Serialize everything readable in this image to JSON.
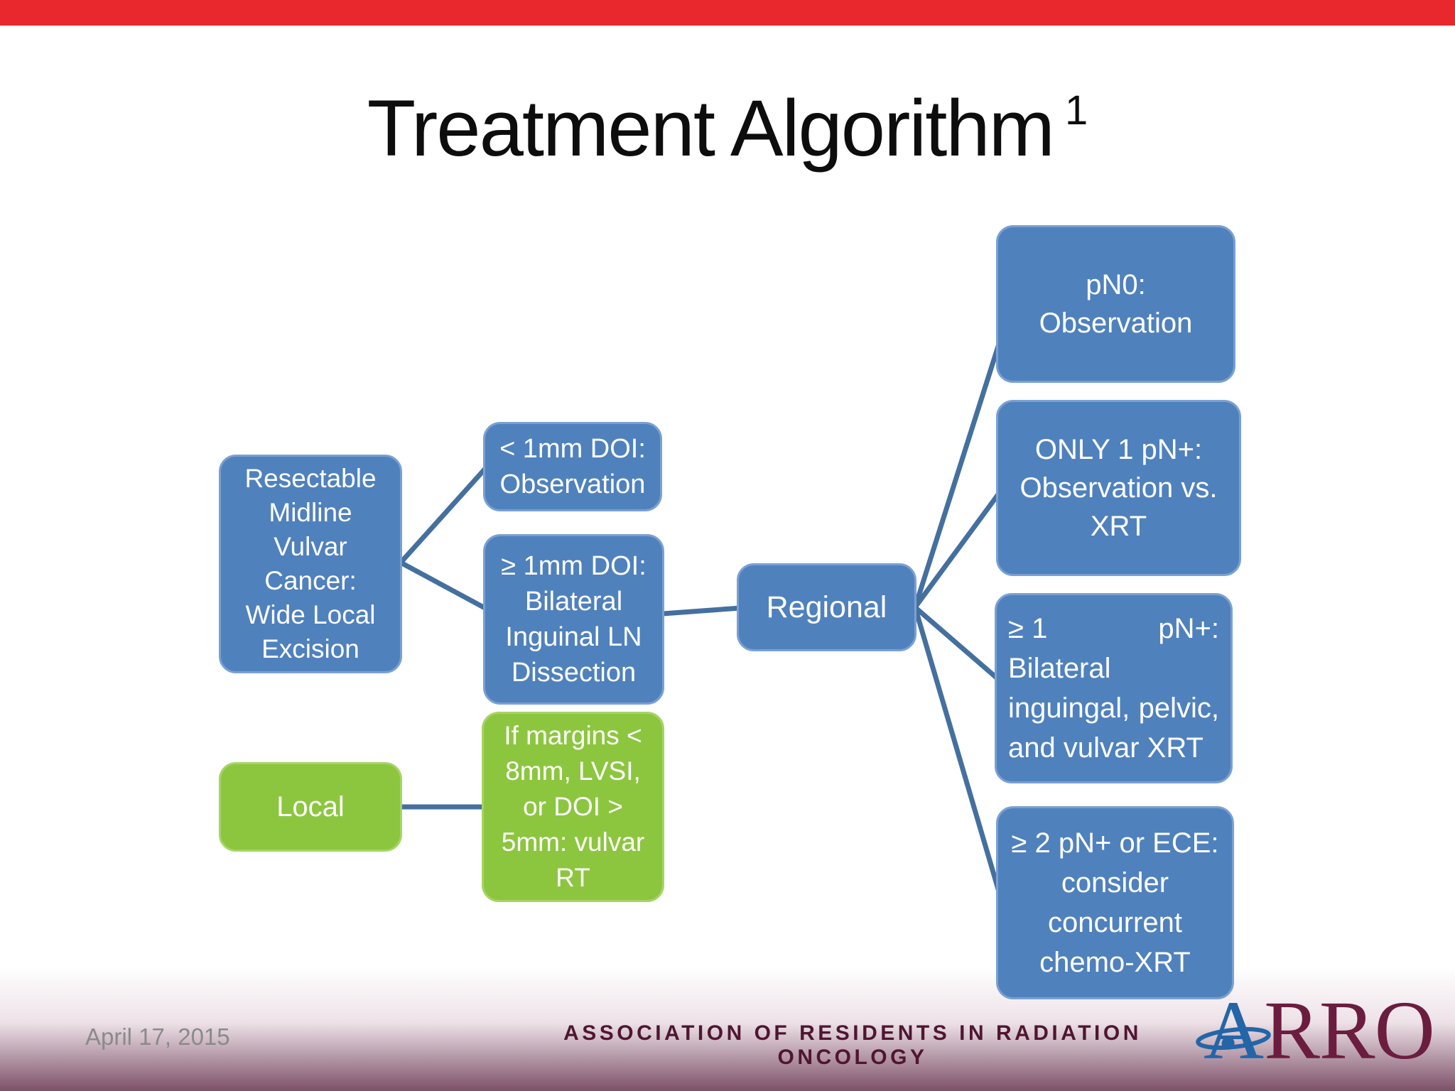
{
  "slide": {
    "title": {
      "text": "Treatment Algorithm",
      "superscript": "1"
    },
    "flowchart": {
      "resectable_box": {
        "lines": [
          "Resectable",
          "Midline",
          "Vulvar",
          "Cancer:",
          "Wide Local",
          "Excision"
        ]
      },
      "lt1mm_box": {
        "lines": [
          "< 1mm DOI:",
          "Observation"
        ]
      },
      "ge1mm_box": {
        "lines": [
          "≥ 1mm DOI:",
          "Bilateral",
          "Inguinal LN",
          "Dissection"
        ]
      },
      "local_box": {
        "label": "Local"
      },
      "margins_box": {
        "lines": [
          "If margins <",
          "8mm, LVSI,",
          "or DOI >",
          "5mm: vulvar",
          "RT"
        ]
      },
      "regional_box": {
        "label": "Regional"
      },
      "pn0_box": {
        "lines": [
          "pN0:",
          "Observation"
        ]
      },
      "only1_box": {
        "lines": [
          "ONLY 1 pN+:",
          "Observation vs.",
          "XRT"
        ]
      },
      "gt1pn_box": {
        "line1_left": "≥ 1",
        "line1_right": "pN+:",
        "line2": "Bilateral",
        "line3_left": "inguingal,",
        "line3_right": "pelvic,",
        "line4": "and vulvar XRT"
      },
      "ge2pn_box": {
        "lines": [
          "≥ 2 pN+ or ECE:",
          "consider",
          "concurrent",
          "chemo-XRT"
        ]
      }
    },
    "footer": {
      "date": "April 17, 2015",
      "organization": "ASSOCIATION OF RESIDENTS IN RADIATION ONCOLOGY",
      "logo": {
        "a": "A",
        "rest": "RRO"
      }
    },
    "colors": {
      "box_blue": "#4f81bd",
      "box_blue_border": "#7aa0d2",
      "box_green": "#8cc63f",
      "box_green_border": "#a6d465",
      "connector": "#44709f",
      "top_bar_red": "#e9282e",
      "organization_text": "#4f1631",
      "logo_maroon": "#6b1d3f",
      "logo_blue": "#2465a8",
      "date_gray": "#8a8a8a",
      "footer_gradient_bottom": "#7d5068"
    }
  }
}
